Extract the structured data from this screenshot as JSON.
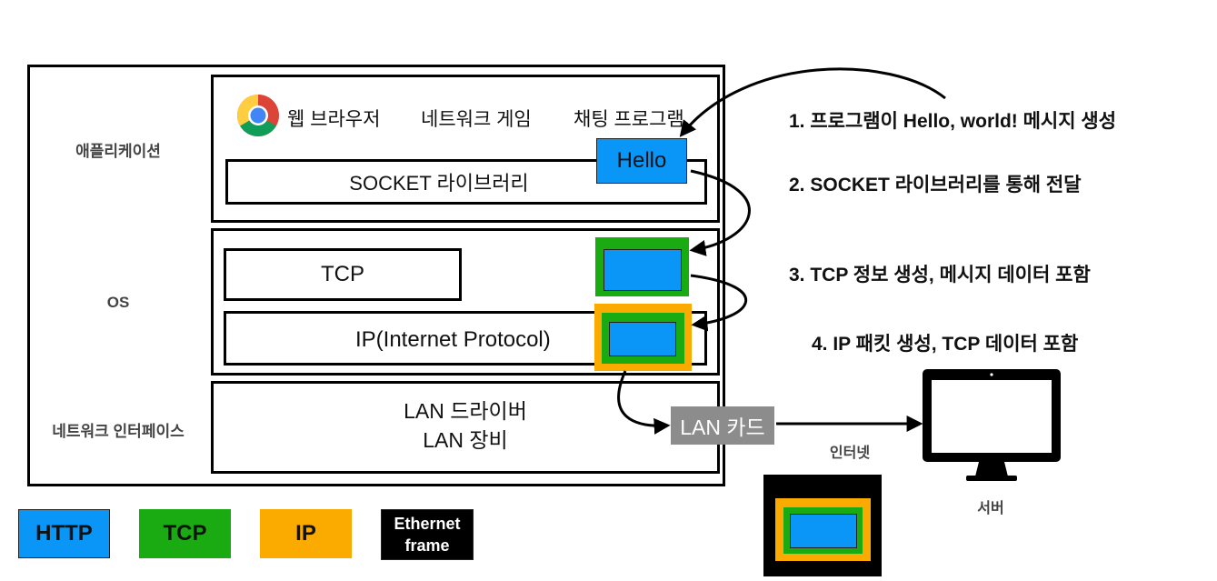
{
  "layers": {
    "application": "애플리케이션",
    "os": "OS",
    "network_interface": "네트워크 인터페이스"
  },
  "apps": {
    "browser": "웹 브라우저",
    "game": "네트워크 게임",
    "chat": "채팅 프로그램"
  },
  "socket_library": "SOCKET 라이브러리",
  "hello_message": "Hello",
  "tcp": "TCP",
  "ip": "IP(Internet Protocol)",
  "lan": {
    "driver": "LAN 드라이버",
    "device": "LAN 장비"
  },
  "lan_card": "LAN 카드",
  "internet": "인터넷",
  "server": "서버",
  "steps": [
    "1. 프로그램이 Hello, world! 메시지 생성",
    "2. SOCKET 라이브러리를 통해 전달",
    "3. TCP 정보 생성, 메시지 데이터 포함",
    "4. IP 패킷 생성, TCP 데이터 포함"
  ],
  "legend": [
    {
      "label": "HTTP",
      "color": "#0a96f6"
    },
    {
      "label": "TCP",
      "color": "#1aab12"
    },
    {
      "label": "IP",
      "color": "#fbaa00"
    },
    {
      "label_line1": "Ethernet",
      "label_line2": "frame",
      "color": "#000000"
    }
  ],
  "colors": {
    "http": "#0a96f6",
    "tcp": "#1aab12",
    "ip": "#fbaa00",
    "ethernet": "#000000",
    "lan_card": "#8c8c8c"
  },
  "icons": [
    "chrome-icon",
    "monitor-icon"
  ]
}
